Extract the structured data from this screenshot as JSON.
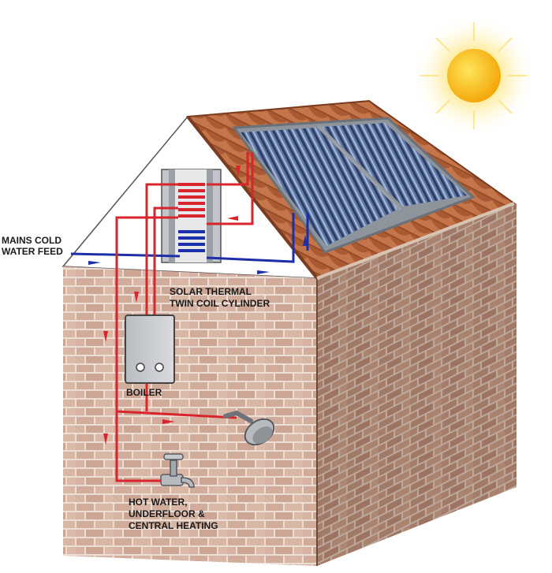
{
  "labels": {
    "mains_line1": "MAINS COLD",
    "mains_line2": "WATER FEED",
    "cylinder_line1": "SOLAR THERMAL",
    "cylinder_line2": "TWIN COIL CYLINDER",
    "boiler": "BOILER",
    "outlets_line1": "HOT WATER,",
    "outlets_line2": "UNDERFLOOR &",
    "outlets_line3": "CENTRAL HEATING"
  },
  "colors": {
    "hot_pipe": "#d8242c",
    "cold_pipe": "#1c2fa8",
    "brick": "#c79a85",
    "mortar": "#e6d2c6",
    "roof_tile": "#b8683e",
    "panel_frame": "#8d949c",
    "panel_tube": "#4a5f8c",
    "sun": "#f7c51a",
    "boiler": "#c9cbcf"
  },
  "icons": [
    "sun-icon",
    "shower-head-icon",
    "tap-icon",
    "flow-arrow-icon"
  ]
}
